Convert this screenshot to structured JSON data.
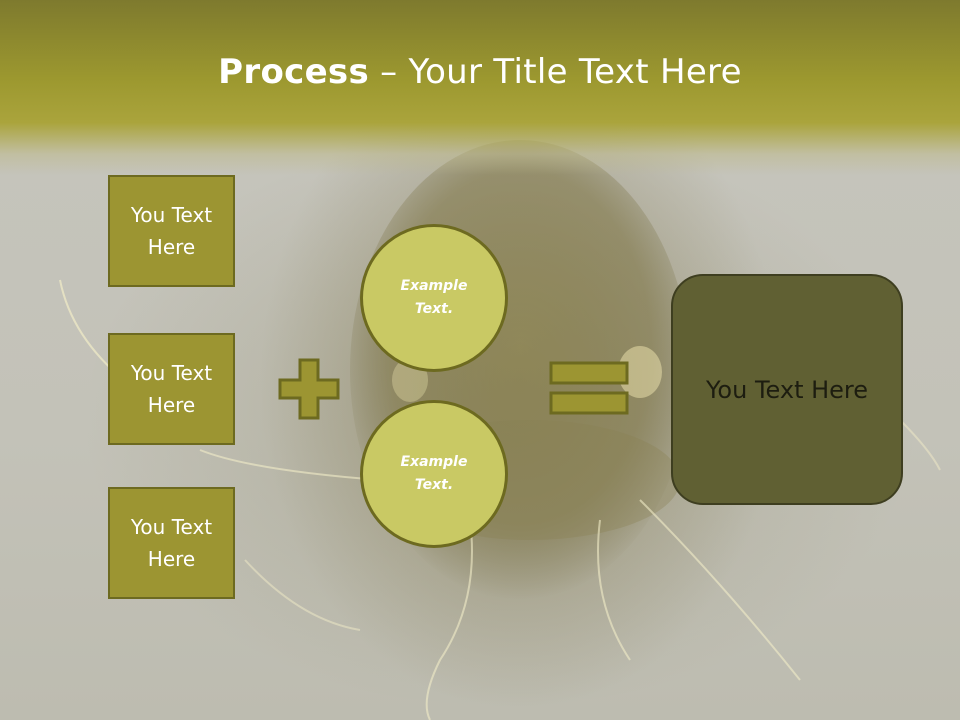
{
  "slide": {
    "title_bold": "Process",
    "title_rest": " – Your Title Text Here"
  },
  "left_boxes": [
    {
      "label": "You Text Here"
    },
    {
      "label": "You Text Here"
    },
    {
      "label": "You Text Here"
    }
  ],
  "circles": [
    {
      "label": "Example Text."
    },
    {
      "label": "Example Text."
    }
  ],
  "result": {
    "label": "You Text Here"
  },
  "colors": {
    "header": "#9c982f",
    "box_fill": "#9c9532",
    "circle_fill": "#c9c964",
    "result_fill": "#606033",
    "outline": "#6d6a20"
  }
}
